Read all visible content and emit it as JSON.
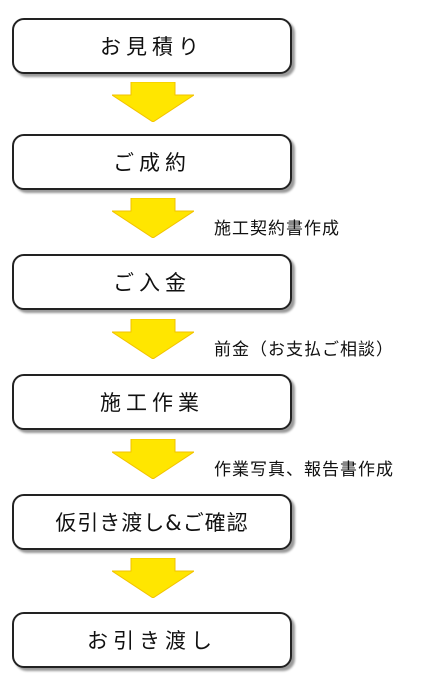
{
  "steps": [
    {
      "label": "お見積り"
    },
    {
      "label": "ご成約"
    },
    {
      "label": "ご入金"
    },
    {
      "label": "施工作業"
    },
    {
      "label": "仮引き渡し&ご確認"
    },
    {
      "label": "お引き渡し"
    }
  ],
  "notes": [
    {
      "label": "施工契約書作成"
    },
    {
      "label": "前金（お支払ご相談）"
    },
    {
      "label": "作業写真、報告書作成"
    }
  ],
  "colors": {
    "arrow": "#FFE600",
    "arrow_edge": "#F2C200",
    "box_border": "#222222",
    "box_shadow": "#9A9A9A"
  }
}
